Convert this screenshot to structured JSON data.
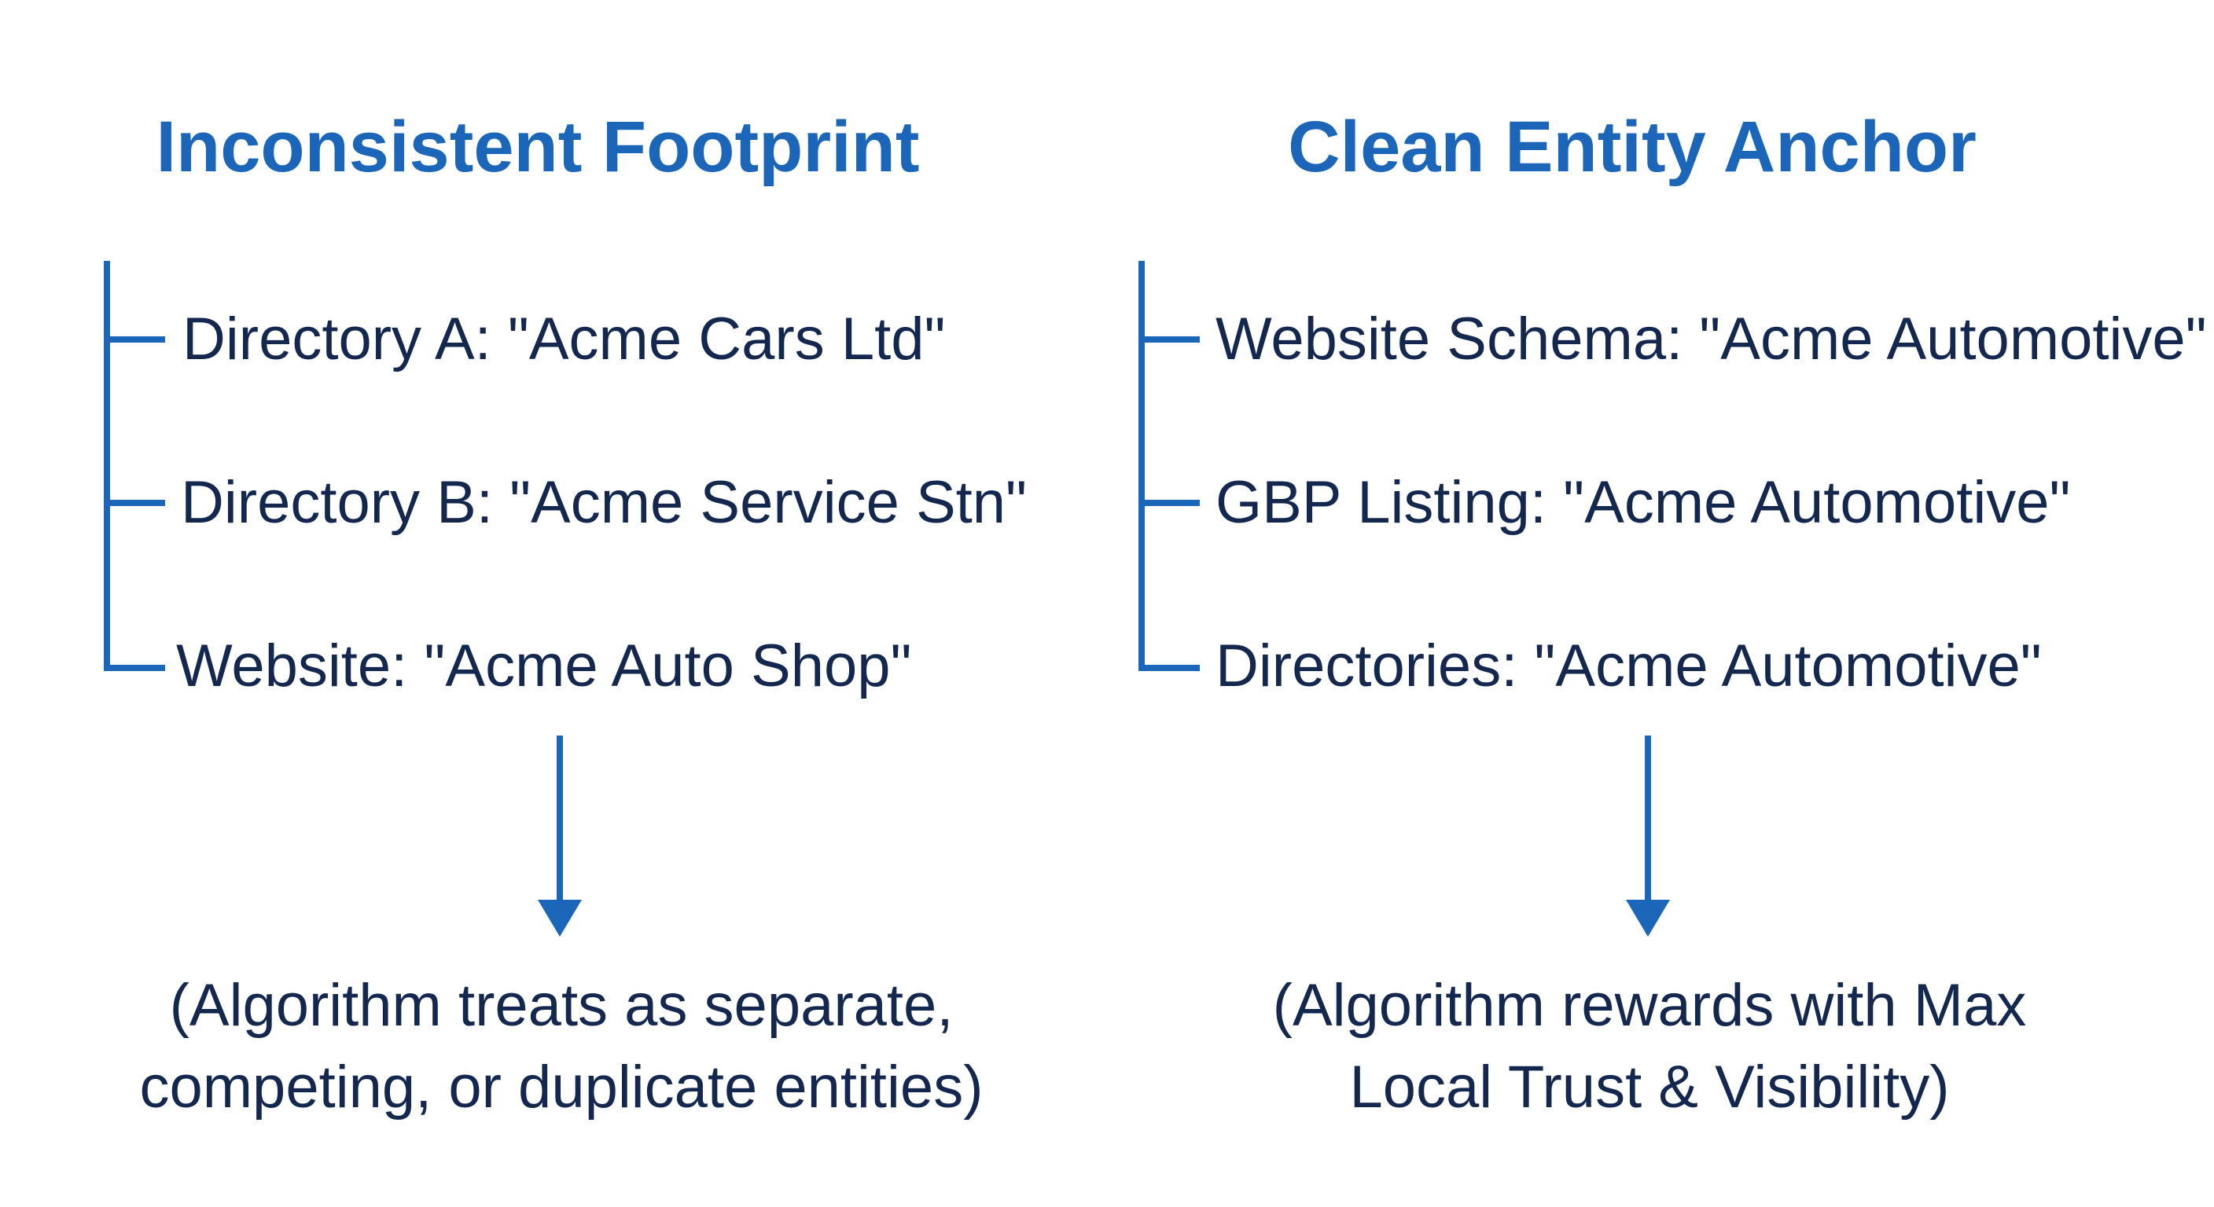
{
  "left": {
    "title": "Inconsistent Footprint",
    "items": [
      "Directory A: \"Acme Cars Ltd\"",
      "Directory B: \"Acme Service Stn\"",
      "Website: \"Acme Auto Shop\""
    ],
    "outcome": {
      "line1": "(Algorithm treats as separate,",
      "line2": "competing, or duplicate entities)"
    }
  },
  "right": {
    "title": "Clean Entity Anchor",
    "items": [
      "Website Schema: \"Acme Automotive\"",
      "GBP Listing: \"Acme Automotive\"",
      "Directories: \"Acme Automotive\""
    ],
    "outcome": {
      "line1": "(Algorithm rewards with Max",
      "line2": "Local Trust & Visibility)"
    }
  },
  "colors": {
    "title": "#1b66b8",
    "connector": "#1b66b8",
    "text": "#14284f",
    "background": "#ffffff"
  }
}
